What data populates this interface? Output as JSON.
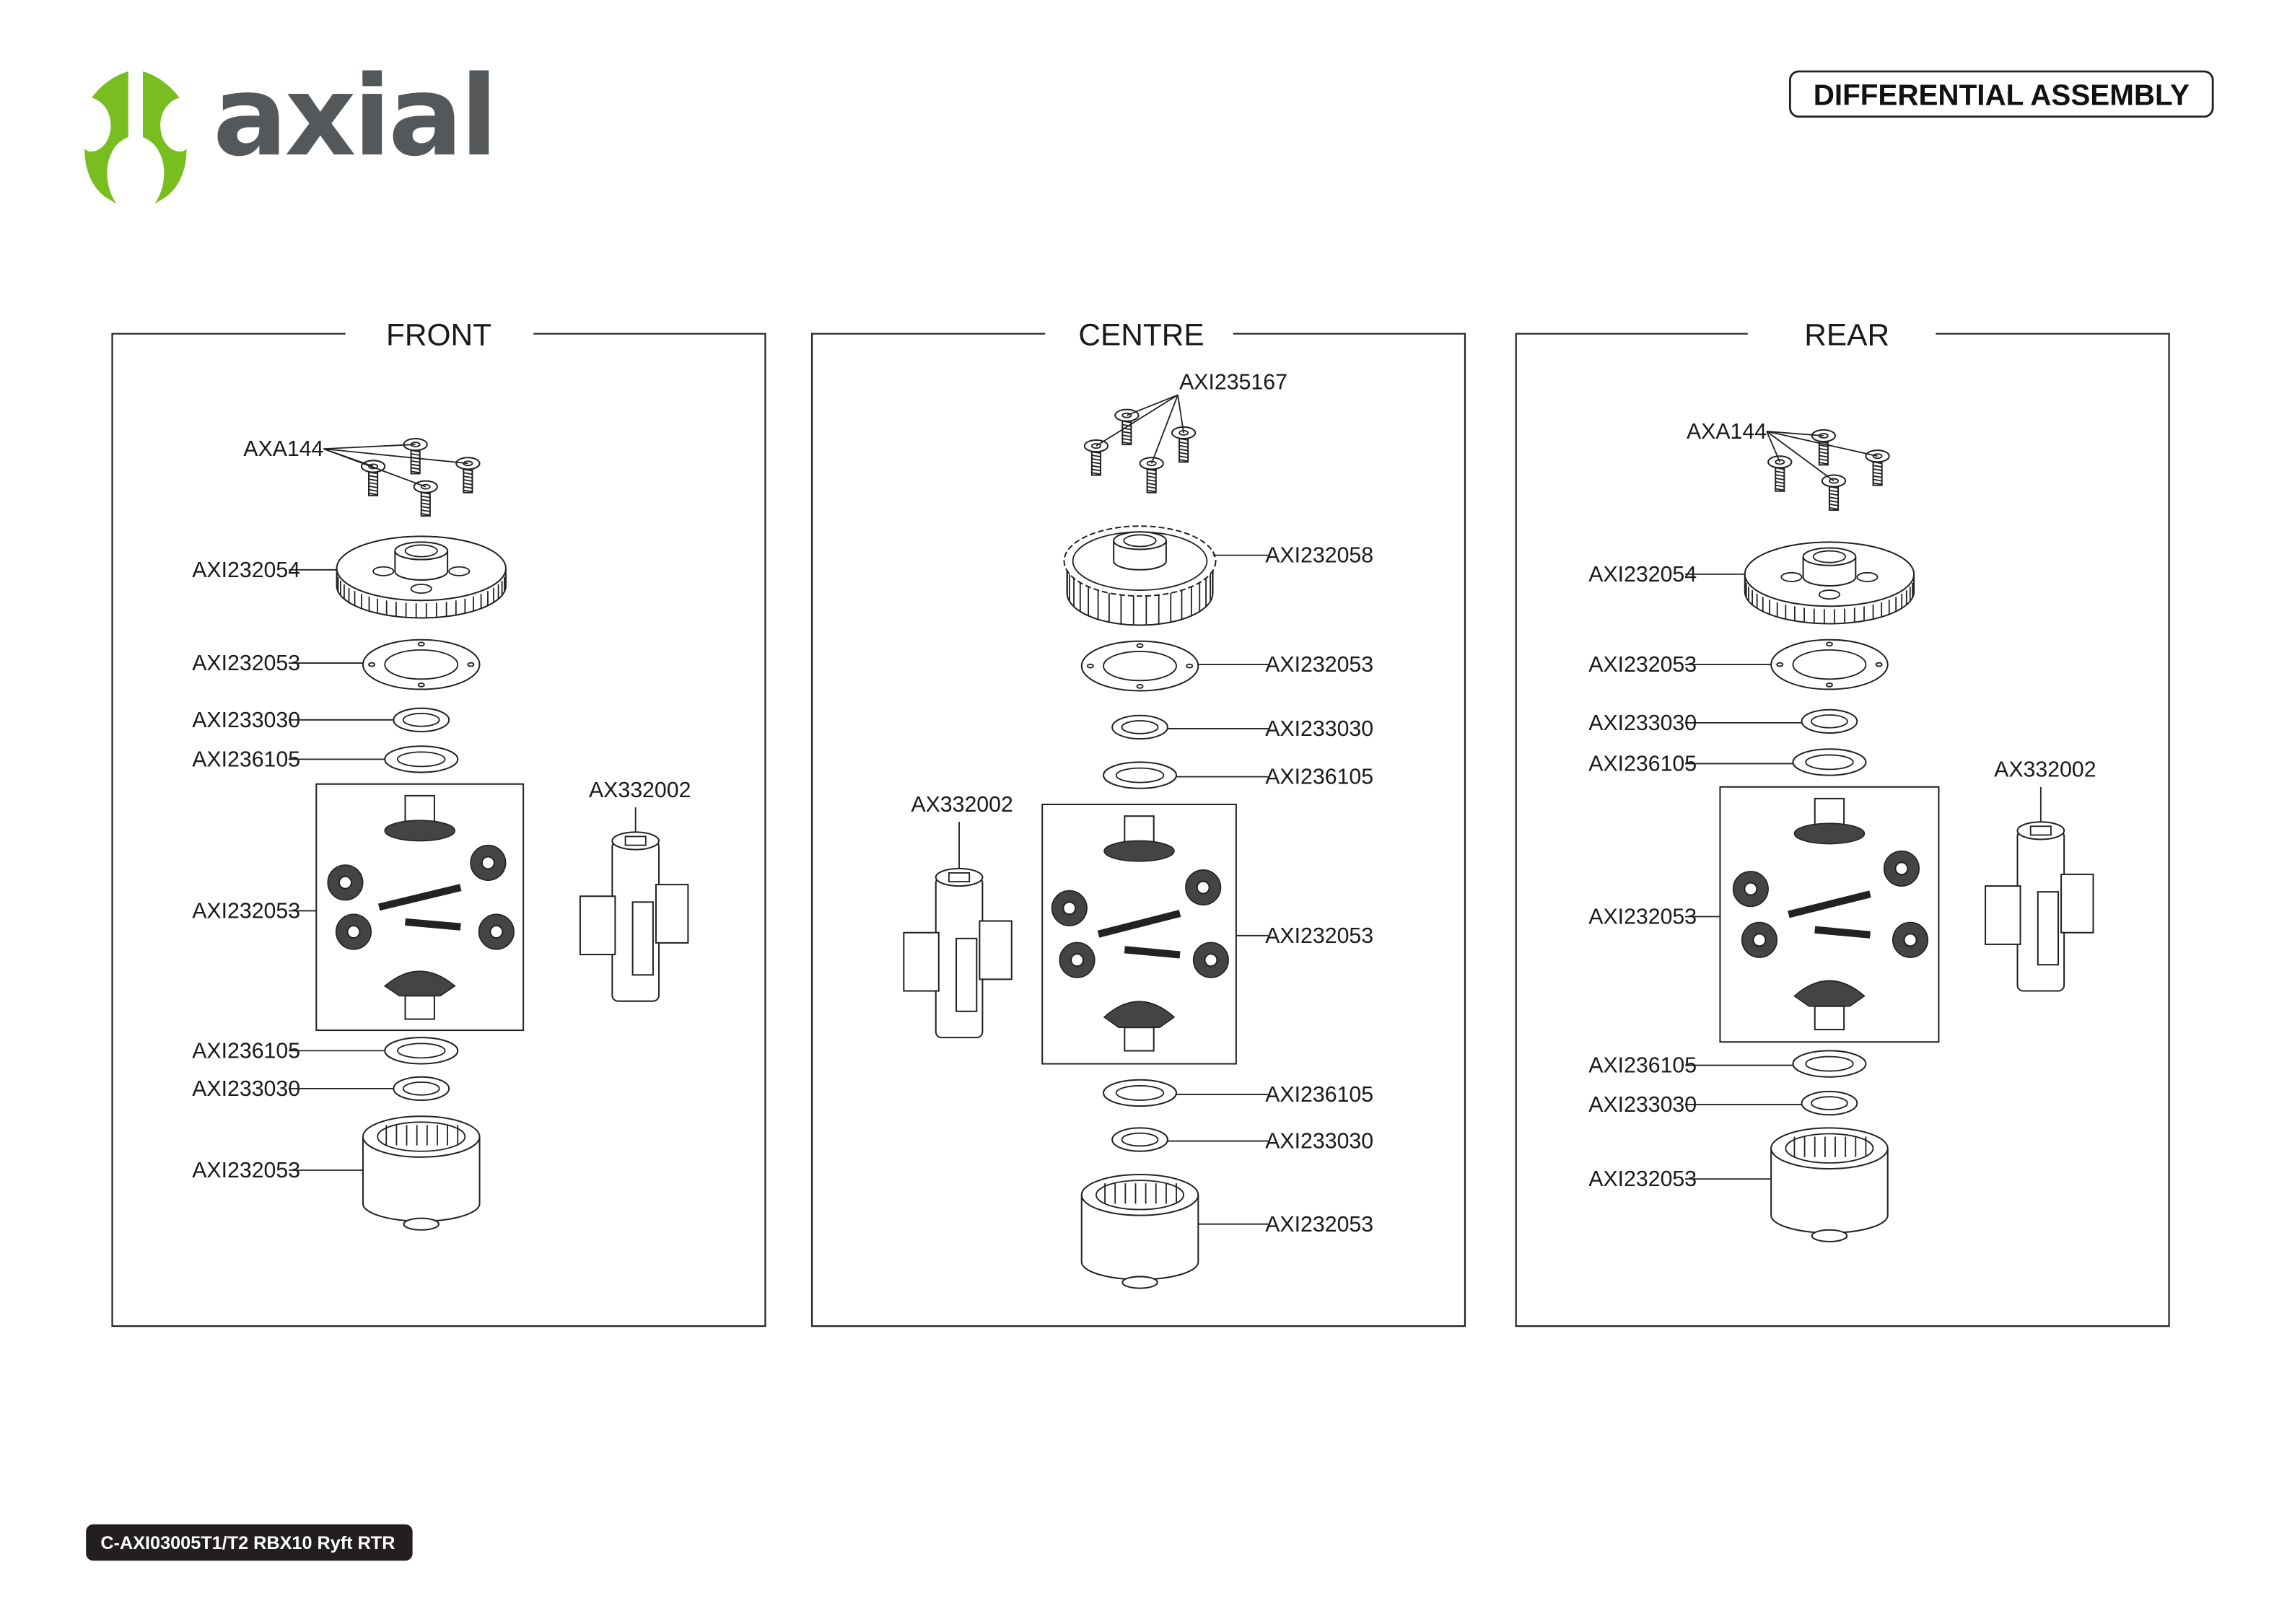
{
  "header": {
    "logo_text": "axial",
    "title": "DIFFERENTIAL ASSEMBLY"
  },
  "colors": {
    "logo_green": "#78be20",
    "logo_gray": "#54585a",
    "footer_bg": "#231f20"
  },
  "panels": [
    {
      "title": "FRONT",
      "callouts": [
        "AXA144",
        "AXI232054",
        "AXI232053",
        "AXI233030",
        "AXI236105",
        "AXI232053",
        "AX332002",
        "AXI236105",
        "AXI233030",
        "AXI232053"
      ]
    },
    {
      "title": "CENTRE",
      "callouts": [
        "AXI235167",
        "AXI232058",
        "AXI232053",
        "AXI233030",
        "AXI236105",
        "AXI232053",
        "AX332002",
        "AXI236105",
        "AXI233030",
        "AXI232053"
      ]
    },
    {
      "title": "REAR",
      "callouts": [
        "AXA144",
        "AXI232054",
        "AXI232053",
        "AXI233030",
        "AXI236105",
        "AXI232053",
        "AX332002",
        "AXI236105",
        "AXI233030",
        "AXI232053"
      ]
    }
  ],
  "footer": {
    "model": "C-AXI03005T1/T2 RBX10 Ryft RTR"
  }
}
